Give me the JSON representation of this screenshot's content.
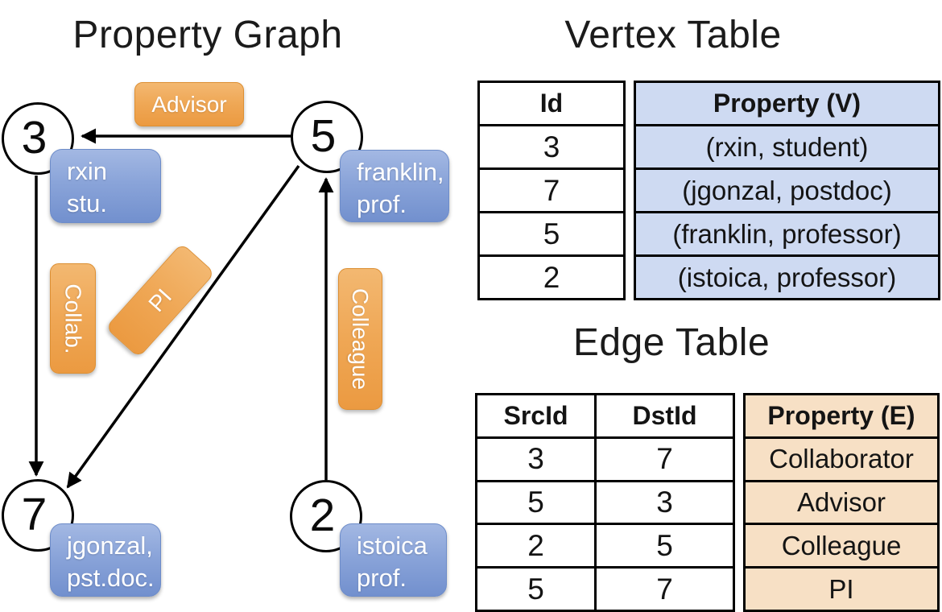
{
  "graph": {
    "title": "Property Graph",
    "nodes": [
      {
        "id": "3",
        "label_lines": [
          "rxin",
          "stu."
        ]
      },
      {
        "id": "5",
        "label_lines": [
          "franklin,",
          "prof."
        ]
      },
      {
        "id": "7",
        "label_lines": [
          "jgonzal,",
          "pst.doc."
        ]
      },
      {
        "id": "2",
        "label_lines": [
          "istoica",
          "prof."
        ]
      }
    ],
    "edge_labels": [
      {
        "name": "advisor",
        "text": "Advisor"
      },
      {
        "name": "collab",
        "text": "Collab."
      },
      {
        "name": "pi",
        "text": "PI"
      },
      {
        "name": "colleague",
        "text": "Colleague"
      }
    ]
  },
  "vertex_table": {
    "title": "Vertex Table",
    "columns": {
      "id": "Id",
      "property": "Property (V)"
    },
    "rows": [
      {
        "id": "3",
        "property": "(rxin, student)"
      },
      {
        "id": "7",
        "property": "(jgonzal, postdoc)"
      },
      {
        "id": "5",
        "property": "(franklin, professor)"
      },
      {
        "id": "2",
        "property": "(istoica, professor)"
      }
    ]
  },
  "edge_table": {
    "title": "Edge Table",
    "columns": {
      "src": "SrcId",
      "dst": "DstId",
      "property": "Property (E)"
    },
    "rows": [
      {
        "src": "3",
        "dst": "7",
        "property": "Collaborator"
      },
      {
        "src": "5",
        "dst": "3",
        "property": "Advisor"
      },
      {
        "src": "2",
        "dst": "5",
        "property": "Colleague"
      },
      {
        "src": "5",
        "dst": "7",
        "property": "PI"
      }
    ]
  },
  "colors": {
    "edge_label_fill_top": "#f3b871",
    "edge_label_fill_bottom": "#eb9a41",
    "vertex_label_fill_top": "#a3b8e3",
    "vertex_label_fill_bottom": "#7290ce",
    "vertex_table_property_fill": "#cedaf2",
    "edge_table_property_fill": "#f7e0c5",
    "edge_line_color": "#000000",
    "text_on_labels": "#ffffff"
  }
}
